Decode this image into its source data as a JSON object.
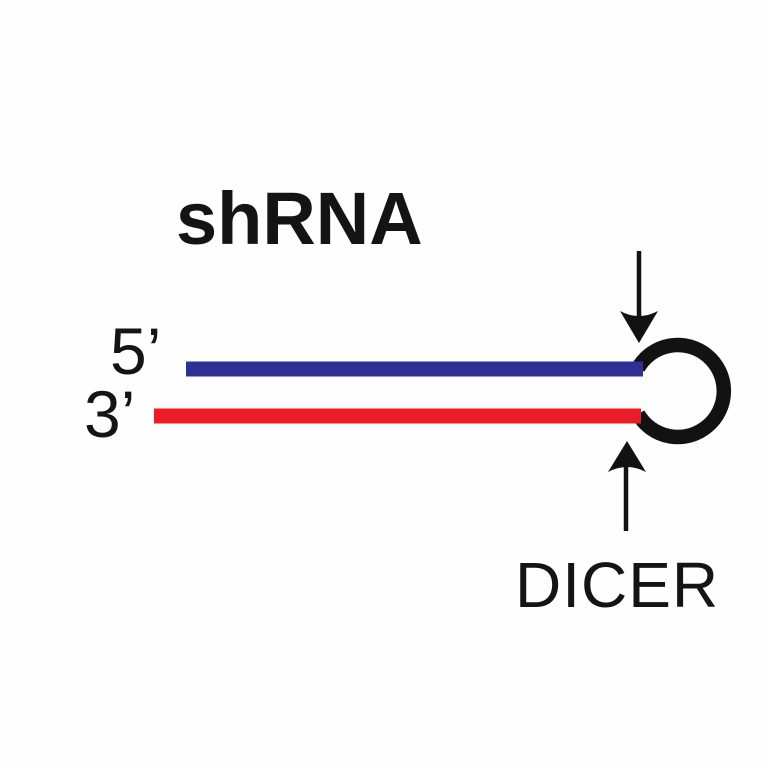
{
  "figure": {
    "title": "shRNA",
    "strand_labels": {
      "sense_5prime": "5’",
      "antisense_3prime": "3’"
    },
    "enzyme_label": "DICER",
    "colors": {
      "sense_strand": "#2E3192",
      "antisense_strand": "#EC1C24",
      "ink": "#121212",
      "background": "#FEFEFE"
    },
    "icons": {
      "hairpin_loop": "loop-circle",
      "upper_cleavage_arrow": "arrow-down",
      "lower_cleavage_arrow": "arrow-up"
    }
  }
}
